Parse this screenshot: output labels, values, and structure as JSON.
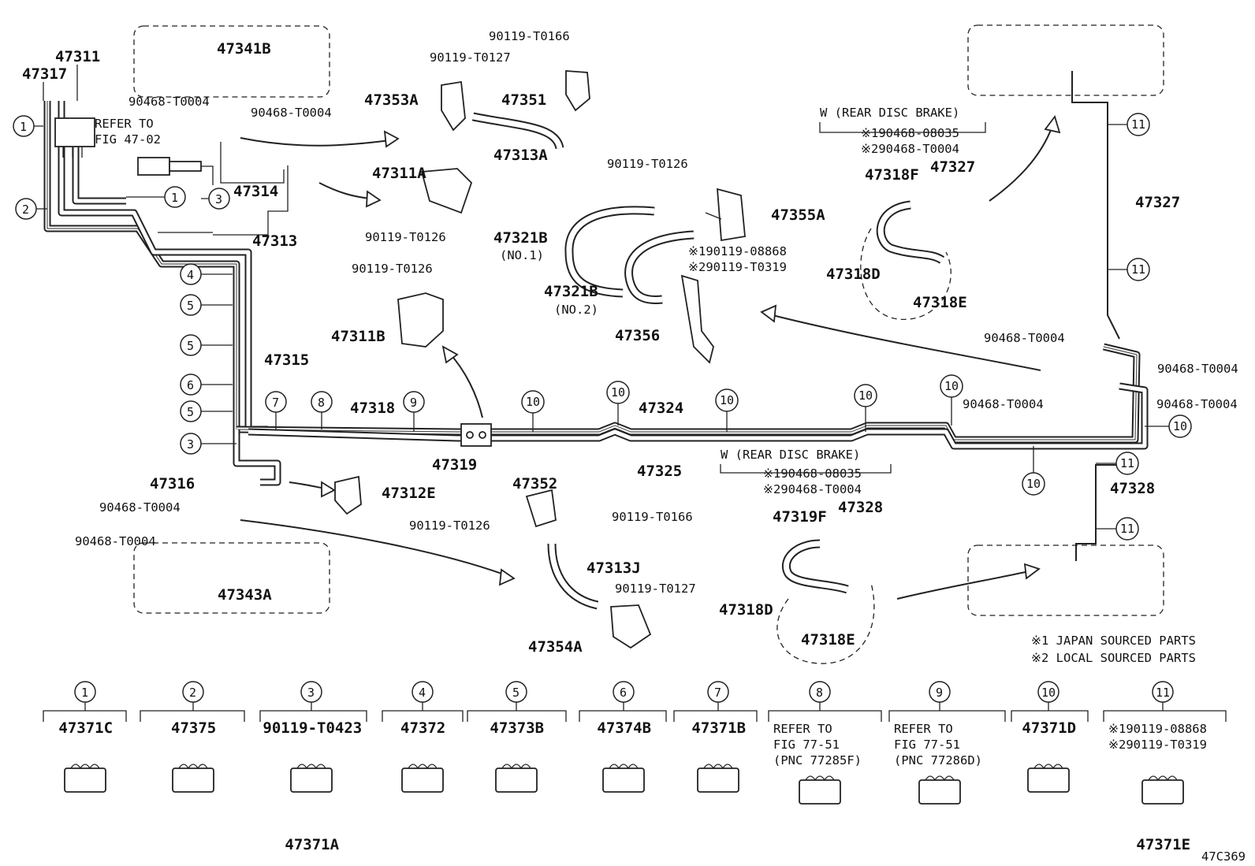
{
  "figure_code": "47C369",
  "notes": {
    "n1": "※1 JAPAN SOURCED PARTS",
    "n2": "※2 LOCAL SOURCED PARTS"
  },
  "refer_fig_47": {
    "l1": "REFER TO",
    "l2": "FIG 47-02"
  },
  "rear_disc_upper": {
    "title": "W (REAR DISC BRAKE)",
    "l1": "※190468-08035",
    "l2": "※290468-T0004"
  },
  "rear_disc_lower": {
    "title": "W (REAR DISC BRAKE)",
    "l1": "※190468-08035",
    "l2": "※290468-T0004"
  },
  "parts": {
    "p47311": "47311",
    "p47317": "47317",
    "p47341B": "47341B",
    "p90468_a": "90468-T0004",
    "p90468_b": "90468-T0004",
    "p90119_T0166_top": "90119-T0166",
    "p90119_T0127_top": "90119-T0127",
    "p47353A": "47353A",
    "p47351": "47351",
    "p47313A": "47313A",
    "p47311A": "47311A",
    "p90119_T0126_a": "90119-T0126",
    "p47314": "47314",
    "p47313": "47313",
    "p90119_T0126_b": "90119-T0126",
    "p47355A": "47355A",
    "p47321B_1": "47321B",
    "no1": "(NO.1)",
    "p47321B_2": "47321B",
    "no2": "(NO.2)",
    "p9011908868_a": "※190119-08868",
    "p90119T0319_a": "※290119-T0319",
    "p47356": "47356",
    "p90119_T0126_c": "90119-T0126",
    "p47311B": "47311B",
    "p47318F": "47318F",
    "p47327_top": "47327",
    "p47318D_top": "47318D",
    "p47318E_top": "47318E",
    "p47327": "47327",
    "p90468_c": "90468-T0004",
    "p90468_d": "90468-T0004",
    "p90468_e": "90468-T0004",
    "p90468_f": "90468-T0004",
    "p47315": "47315",
    "p47318": "47318",
    "p47324": "47324",
    "p47319": "47319",
    "p47325": "47325",
    "p47316": "47316",
    "p90468_g": "90468-T0004",
    "p90468_h": "90468-T0004",
    "p47312E": "47312E",
    "p90119_T0126_d": "90119-T0126",
    "p47343A": "47343A",
    "p47352": "47352",
    "p90119_T0166_mid": "90119-T0166",
    "p47313J": "47313J",
    "p90119_T0127_mid": "90119-T0127",
    "p47354A": "47354A",
    "p47319F": "47319F",
    "p47328_mid": "47328",
    "p47318D_bot": "47318D",
    "p47318E_bot": "47318E",
    "p47328": "47328"
  },
  "callouts": [
    "1",
    "2",
    "3",
    "4",
    "5",
    "6",
    "7",
    "8",
    "9",
    "10",
    "11"
  ],
  "legend": [
    {
      "num": "1",
      "lines": [
        "47371C"
      ]
    },
    {
      "num": "2",
      "lines": [
        "47375"
      ]
    },
    {
      "num": "3",
      "lines": [
        "90119-T0423"
      ],
      "extra": "47371A"
    },
    {
      "num": "4",
      "lines": [
        "47372"
      ]
    },
    {
      "num": "5",
      "lines": [
        "47373B"
      ]
    },
    {
      "num": "6",
      "lines": [
        "47374B"
      ]
    },
    {
      "num": "7",
      "lines": [
        "47371B"
      ]
    },
    {
      "num": "8",
      "lines": [
        "REFER TO",
        "FIG 77-51",
        "(PNC 77285F)"
      ]
    },
    {
      "num": "9",
      "lines": [
        "REFER TO",
        "FIG 77-51",
        "(PNC 77286D)"
      ]
    },
    {
      "num": "10",
      "lines": [
        "47371D"
      ]
    },
    {
      "num": "11",
      "lines": [
        "※190119-08868",
        "※290119-T0319"
      ],
      "extra": "47371E"
    }
  ]
}
